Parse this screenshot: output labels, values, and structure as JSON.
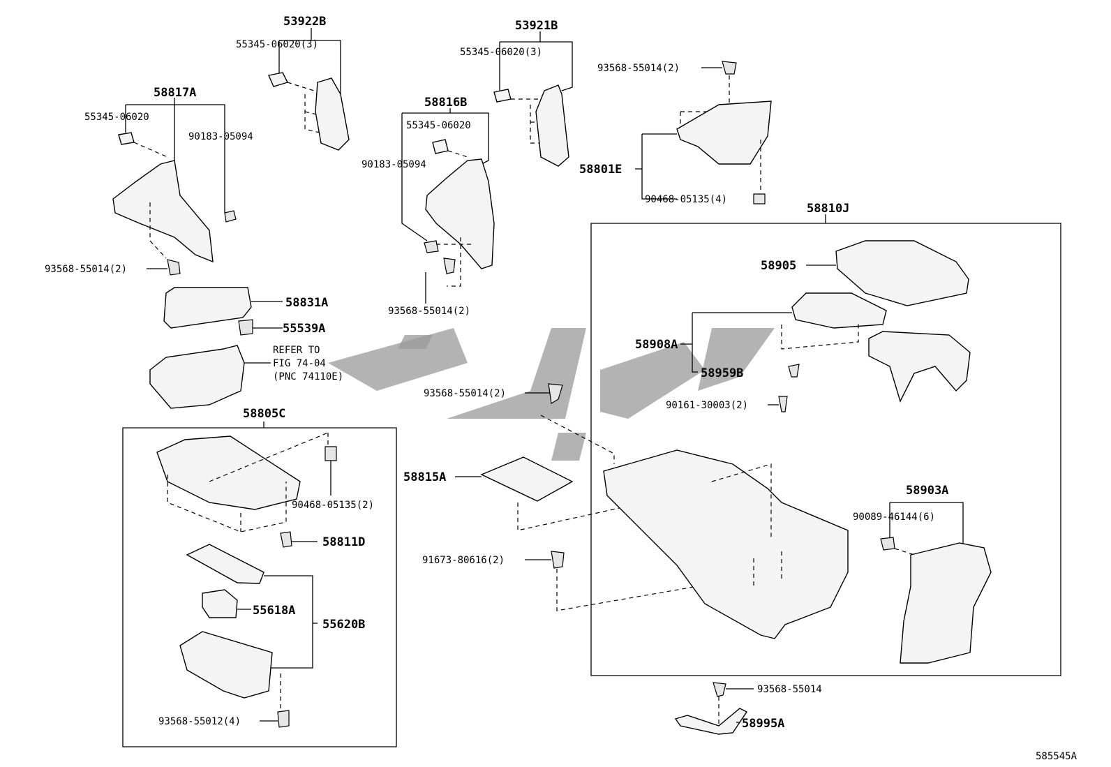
{
  "labels": {
    "p53922B": "53922B",
    "p53922B_clip": "55345-06020(3)",
    "p53921B": "53921B",
    "p53921B_clip": "55345-06020(3)",
    "p58817A": "58817A",
    "p58817A_clip": "55345-06020",
    "p58817A_screw": "90183-05094",
    "p58817A_bolt": "93568-55014(2)",
    "p58816B": "58816B",
    "p58816B_clip": "55345-06020",
    "p58816B_screw": "90183-05094",
    "p58816B_bolt": "93568-55014(2)",
    "p58801E_bolt": "93568-55014(2)",
    "p58801E": "58801E",
    "p58801E_nut": "90468-05135(4)",
    "p58810J": "58810J",
    "p58905": "58905",
    "p58908A": "58908A",
    "p58959B": "58959B",
    "p58959B_screw": "90161-30003(2)",
    "p58831A": "58831A",
    "p55539A": "55539A",
    "refer1": "REFER TO",
    "refer2": "FIG 74-04",
    "refer3": "(PNC 74110E)",
    "mid_bolt": "93568-55014(2)",
    "p58805C": "58805C",
    "p58805C_nut": "90468-05135(2)",
    "p58811D": "58811D",
    "p55618A": "55618A",
    "p55620B": "55620B",
    "p58805C_bolt": "93568-55012(4)",
    "p58815A": "58815A",
    "p91673": "91673-80616(2)",
    "p58903A": "58903A",
    "p58903A_clip": "90089-46144(6)",
    "p58995A_bolt": "93568-55014",
    "p58995A": "58995A",
    "fig_id": "585545A"
  }
}
